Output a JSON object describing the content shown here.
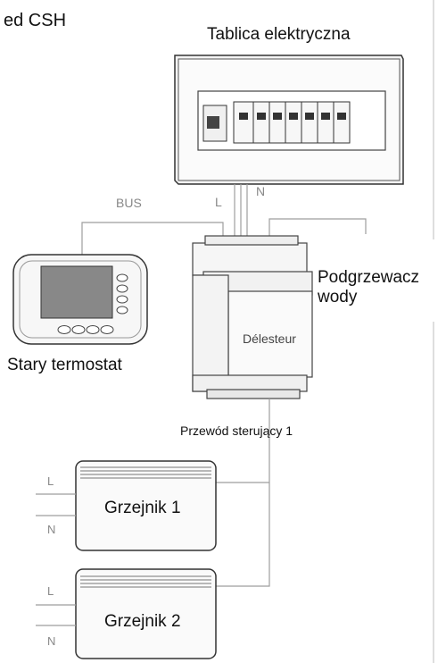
{
  "title_left": "ed CSH",
  "panel_label": "Tablica elektryczna",
  "bus_label": "BUS",
  "L_label": "L",
  "N_label": "N",
  "heater_label_line1": "Podgrzewacz",
  "heater_label_line2": "wody",
  "delesteur_label": "Délesteur",
  "thermostat_label": "Stary termostat",
  "control_wire_label": "Przewód sterujący 1",
  "radiators": [
    {
      "name": "Grzejnik 1",
      "L": "L",
      "N": "N"
    },
    {
      "name": "Grzejnik 2",
      "L": "L",
      "N": "N"
    }
  ]
}
